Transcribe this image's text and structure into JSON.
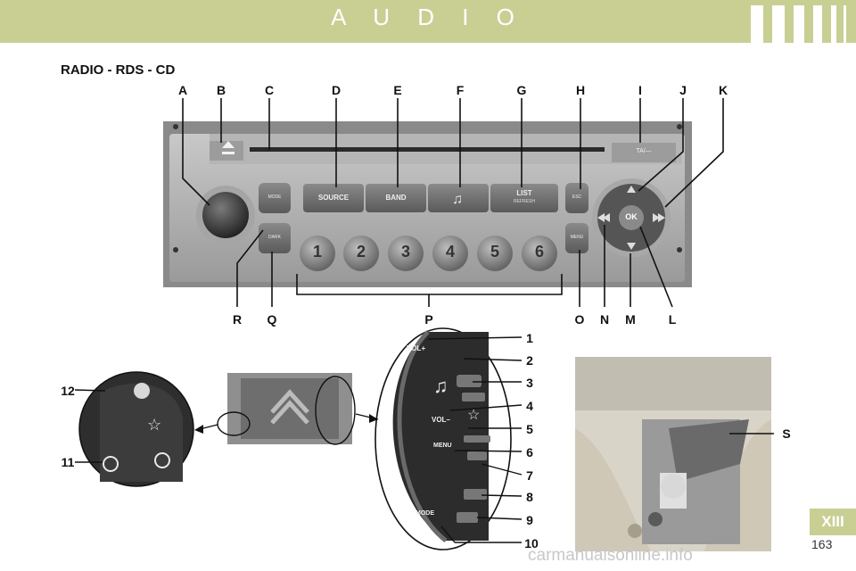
{
  "header": {
    "title": "A U D I O"
  },
  "section_title": "RADIO - RDS - CD",
  "callouts_top": [
    "A",
    "B",
    "C",
    "D",
    "E",
    "F",
    "G",
    "H",
    "I",
    "J",
    "K"
  ],
  "callouts_bottom": [
    "R",
    "Q",
    "P",
    "O",
    "N",
    "M",
    "L"
  ],
  "radio_buttons": {
    "source": "SOURCE",
    "band": "BAND",
    "list": "LIST",
    "list_sub": "REFRESH",
    "mode": "MODE",
    "dark": "DARK",
    "esc": "ESC",
    "menu": "MENU",
    "ok": "OK",
    "ta": "TA/—",
    "presets": [
      "1",
      "2",
      "3",
      "4",
      "5",
      "6"
    ]
  },
  "stalk_callouts": [
    "1",
    "2",
    "3",
    "4",
    "5",
    "6",
    "7",
    "8",
    "9",
    "10"
  ],
  "stalk_labels": {
    "vol_up": "VOL+",
    "vol_down": "VOL–",
    "menu": "MENU",
    "mode": "MODE"
  },
  "stalk_side_callouts": [
    "12",
    "11"
  ],
  "console_callout": "S",
  "chapter": "XIII",
  "page_number": "163",
  "watermark": "carmanualsonline.info"
}
